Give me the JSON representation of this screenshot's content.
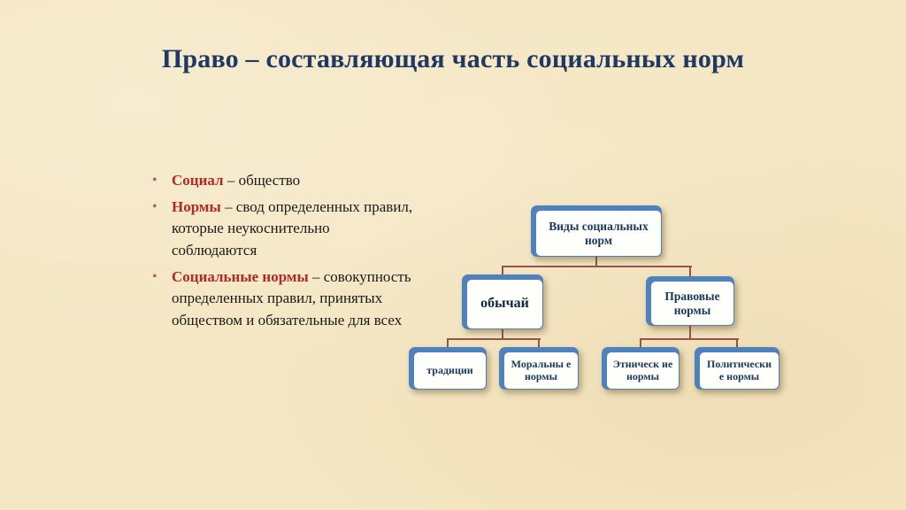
{
  "slide": {
    "title": "Право – составляющая часть социальных норм"
  },
  "bullets": [
    {
      "term": "Социал",
      "rest": " – общество"
    },
    {
      "term": "Нормы",
      "rest": " – свод определенных правил, которые неукоснительно соблюдаются"
    },
    {
      "term": "Социальные нормы",
      "rest": " – совокупность определенных правил, принятых обществом и обязательные для всех"
    }
  ],
  "diagram": {
    "root": {
      "label": "Виды социальных норм"
    },
    "level2": [
      {
        "label": "обычай"
      },
      {
        "label": "Правовые нормы"
      }
    ],
    "level3": [
      {
        "label": "традиции"
      },
      {
        "label": "Моральны е нормы"
      },
      {
        "label": "Этническ ие нормы"
      },
      {
        "label": "Политически е нормы"
      }
    ]
  },
  "colors": {
    "background": "#f5e7c4",
    "title": "#1f3864",
    "term": "#b02b25",
    "body_text": "#1a1a1a",
    "box_accent": "#4f81bd",
    "box_fill": "#fefefa",
    "node_text": "#17375e",
    "connector": "#96524c"
  }
}
